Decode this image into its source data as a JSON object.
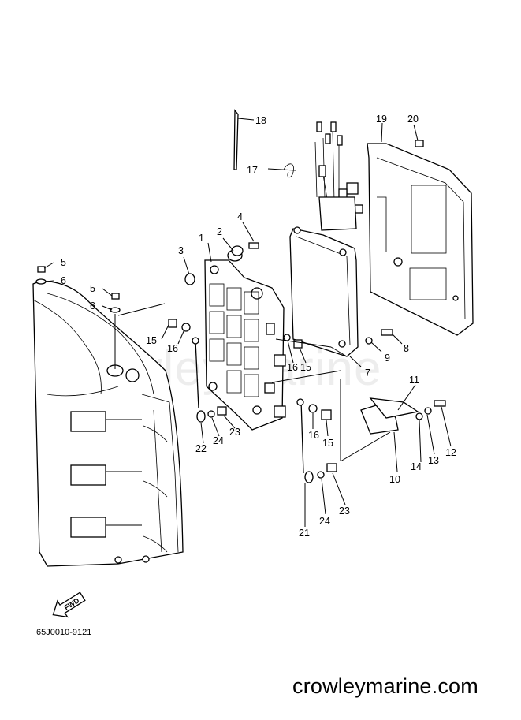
{
  "watermark": "CrowleyMarine",
  "diagram_code": "65J0010-9121",
  "fwd_label": "FWD",
  "site": "crowleymarine.com",
  "callouts": [
    "1",
    "2",
    "3",
    "4",
    "5",
    "6",
    "5",
    "6",
    "15",
    "16",
    "16",
    "15",
    "7",
    "8",
    "9",
    "11",
    "12",
    "13",
    "14",
    "10",
    "16",
    "15",
    "22",
    "24",
    "23",
    "21",
    "24",
    "23",
    "17",
    "18",
    "19",
    "20"
  ]
}
